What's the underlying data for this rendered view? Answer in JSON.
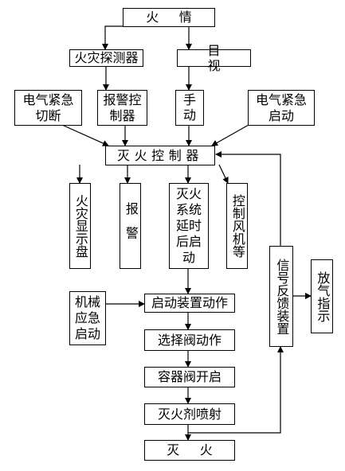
{
  "nodes": {
    "fire": "火情",
    "detector": "火灾探测器",
    "visual": "目视",
    "emergency_cut": "电气紧急切断",
    "alarm_ctrl": "报警控制器",
    "manual": "手动",
    "emergency_start": "电气紧急启动",
    "controller": "灭火控制器",
    "display": "火灾显示盘",
    "alarm": "报警",
    "delay": "灭火系统延时后启动",
    "fan": "控制风机等",
    "mechanical": "机械应急启动",
    "starter": "启动装置动作",
    "valve_select": "选择阀动作",
    "container": "容器阀开启",
    "spray": "灭火剂喷射",
    "extinguish": "灭火",
    "feedback": "信号反馈装置",
    "discharge": "放气指示"
  },
  "colors": {
    "line": "#000000",
    "box_border": "#000000",
    "background": "#ffffff"
  }
}
